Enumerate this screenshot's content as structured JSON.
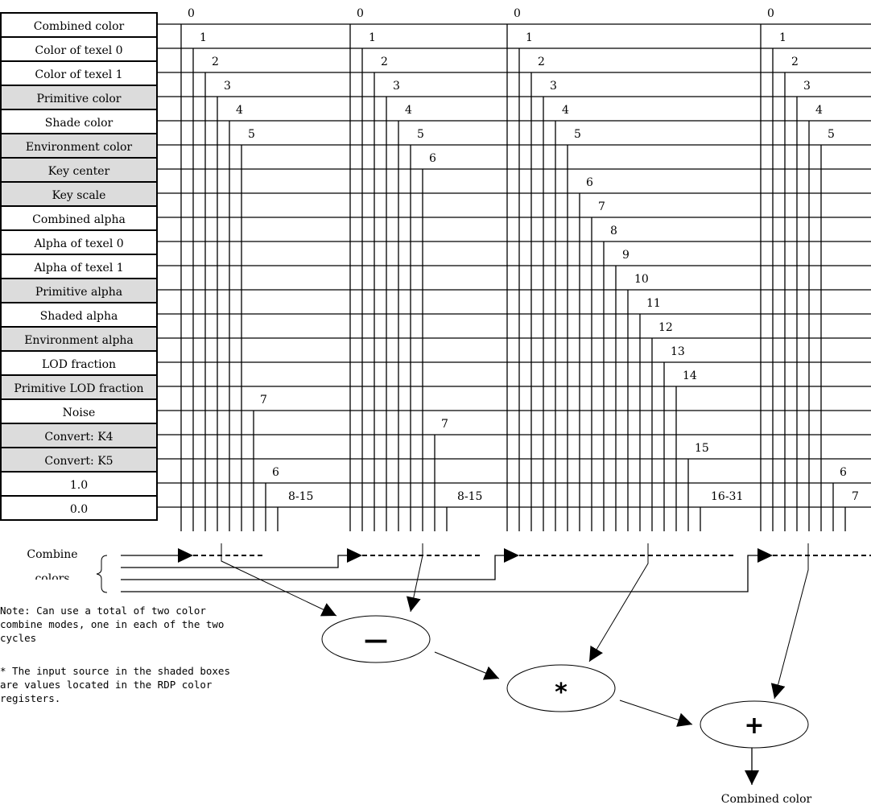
{
  "colors": {
    "shaded": "#dcdcdc",
    "line": "#000000"
  },
  "inputs": [
    {
      "label": "Combined color",
      "shaded": false
    },
    {
      "label": "Color of texel 0",
      "shaded": false
    },
    {
      "label": "Color of texel 1",
      "shaded": false
    },
    {
      "label": "Primitive color",
      "shaded": true
    },
    {
      "label": "Shade color",
      "shaded": false
    },
    {
      "label": "Environment color",
      "shaded": true
    },
    {
      "label": "Key center",
      "shaded": true
    },
    {
      "label": "Key scale",
      "shaded": true
    },
    {
      "label": "Combined alpha",
      "shaded": false
    },
    {
      "label": "Alpha of texel 0",
      "shaded": false
    },
    {
      "label": "Alpha of texel 1",
      "shaded": false
    },
    {
      "label": "Primitive alpha",
      "shaded": true
    },
    {
      "label": "Shaded alpha",
      "shaded": false
    },
    {
      "label": "Environment alpha",
      "shaded": true
    },
    {
      "label": "LOD fraction",
      "shaded": false
    },
    {
      "label": "Primitive LOD fraction",
      "shaded": true
    },
    {
      "label": "Noise",
      "shaded": false
    },
    {
      "label": "Convert: K4",
      "shaded": true
    },
    {
      "label": "Convert: K5",
      "shaded": true
    },
    {
      "label": "1.0",
      "shaded": false
    },
    {
      "label": "0.0",
      "shaded": false
    }
  ],
  "selectors": [
    {
      "name": "a",
      "taps": [
        {
          "label": "0",
          "row": 0
        },
        {
          "label": "1",
          "row": 1
        },
        {
          "label": "2",
          "row": 2
        },
        {
          "label": "3",
          "row": 3
        },
        {
          "label": "4",
          "row": 4
        },
        {
          "label": "5",
          "row": 5
        },
        {
          "label": "7",
          "row": 16
        },
        {
          "label": "6",
          "row": 19
        },
        {
          "label": "8-15",
          "row": 20
        }
      ]
    },
    {
      "name": "b",
      "taps": [
        {
          "label": "0",
          "row": 0
        },
        {
          "label": "1",
          "row": 1
        },
        {
          "label": "2",
          "row": 2
        },
        {
          "label": "3",
          "row": 3
        },
        {
          "label": "4",
          "row": 4
        },
        {
          "label": "5",
          "row": 5
        },
        {
          "label": "6",
          "row": 6
        },
        {
          "label": "7",
          "row": 17
        },
        {
          "label": "8-15",
          "row": 20
        }
      ]
    },
    {
      "name": "c",
      "taps": [
        {
          "label": "0",
          "row": 0
        },
        {
          "label": "1",
          "row": 1
        },
        {
          "label": "2",
          "row": 2
        },
        {
          "label": "3",
          "row": 3
        },
        {
          "label": "4",
          "row": 4
        },
        {
          "label": "5",
          "row": 5
        },
        {
          "label": "6",
          "row": 7
        },
        {
          "label": "7",
          "row": 8
        },
        {
          "label": "8",
          "row": 9
        },
        {
          "label": "9",
          "row": 10
        },
        {
          "label": "10",
          "row": 11
        },
        {
          "label": "11",
          "row": 12
        },
        {
          "label": "12",
          "row": 13
        },
        {
          "label": "13",
          "row": 14
        },
        {
          "label": "14",
          "row": 15
        },
        {
          "label": "15",
          "row": 18
        },
        {
          "label": "16-31",
          "row": 20
        }
      ]
    },
    {
      "name": "d",
      "taps": [
        {
          "label": "0",
          "row": 0
        },
        {
          "label": "1",
          "row": 1
        },
        {
          "label": "2",
          "row": 2
        },
        {
          "label": "3",
          "row": 3
        },
        {
          "label": "4",
          "row": 4
        },
        {
          "label": "5",
          "row": 5
        },
        {
          "label": "6",
          "row": 19
        },
        {
          "label": "7",
          "row": 20
        }
      ]
    }
  ],
  "combine": {
    "label_line1": "Combine",
    "label_line2": "colors"
  },
  "operators": {
    "subtract": "—",
    "multiply": "*",
    "add": "+"
  },
  "output_label": "Combined color",
  "notes": {
    "note1": [
      "Note: Can use a total of two color",
      "combine modes, one in each of the two",
      "cycles"
    ],
    "note2": [
      "* The input source in the shaded boxes",
      "are values located in the RDP color",
      "registers."
    ]
  }
}
